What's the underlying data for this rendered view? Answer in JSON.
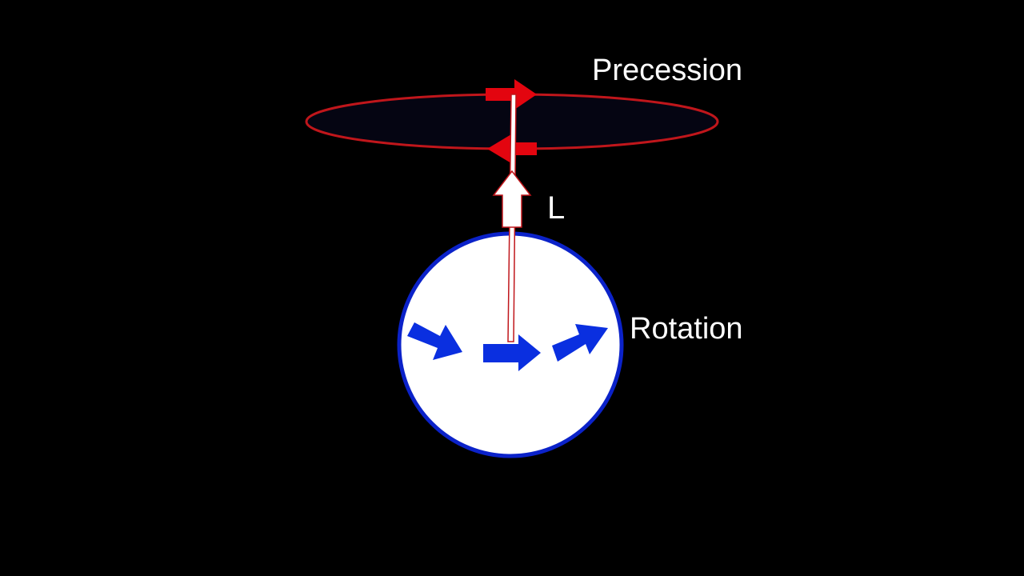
{
  "labels": {
    "precession": "Precession",
    "angular_momentum": "L",
    "rotation": "Rotation"
  },
  "colors": {
    "background": "#000000",
    "precession_ring": "#c0161b",
    "precession_fill": "#050512",
    "precession_arrows": "#e3050f",
    "sphere_fill": "#ffffff",
    "sphere_outline": "#0b22c9",
    "rotation_arrows": "#0a2fe0",
    "axis": "#ffffff",
    "axis_outline": "#c0161b"
  },
  "icons": {
    "precession_arrows": "arrow-right-icon, arrow-left-icon",
    "angular_momentum_arrow": "arrow-up-icon",
    "rotation_arrows": "arrow-right-icon"
  }
}
